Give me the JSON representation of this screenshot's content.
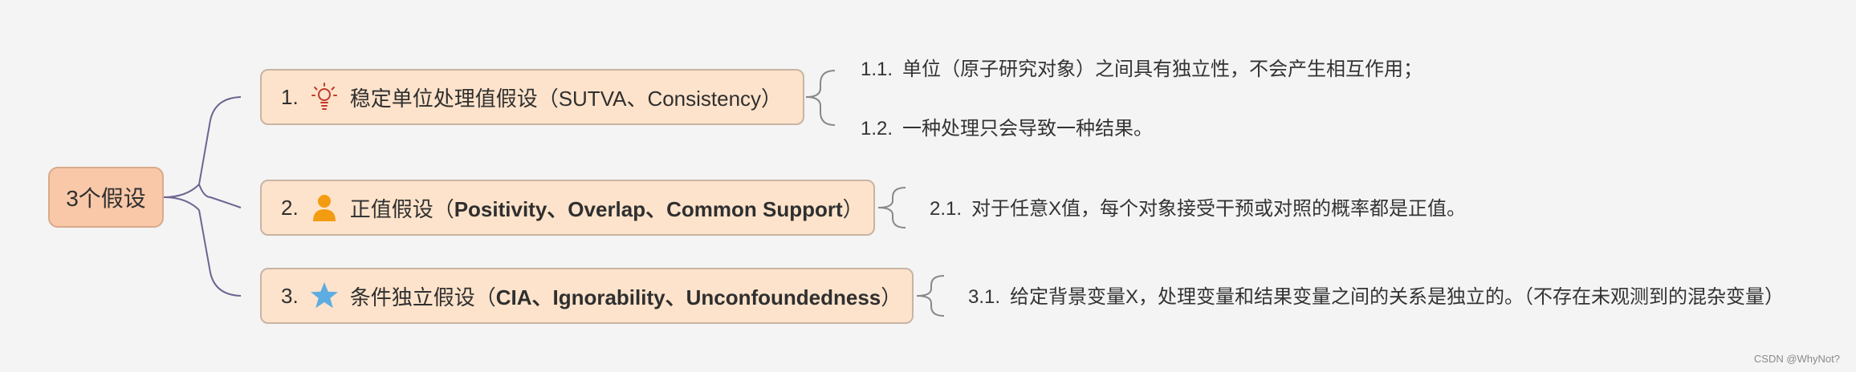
{
  "root": {
    "label": "3个假设"
  },
  "assumptions": [
    {
      "num": "1.",
      "icon": "lightbulb-icon",
      "text": "稳定单位处理值假设（SUTVA、Consistency）",
      "details": [
        {
          "num": "1.1.",
          "text": "单位（原子研究对象）之间具有独立性，不会产生相互作用；"
        },
        {
          "num": "1.2.",
          "text": "一种处理只会导致一种结果。"
        }
      ]
    },
    {
      "num": "2.",
      "icon": "person-icon",
      "prefix": "正值假设（",
      "bold": "Positivity、Overlap、Common Support",
      "suffix": "）",
      "details": [
        {
          "num": "2.1.",
          "text": "对于任意X值，每个对象接受干预或对照的概率都是正值。"
        }
      ]
    },
    {
      "num": "3.",
      "icon": "star-icon",
      "prefix": "条件独立假设（",
      "bold": "CIA、Ignorability、Unconfoundedness",
      "suffix": "）",
      "details": [
        {
          "num": "3.1.",
          "text": "给定背景变量X，处理变量和结果变量之间的关系是独立的。（不存在未观测到的混杂变量）"
        }
      ]
    }
  ],
  "colors": {
    "background": "#f4f4f4",
    "root_fill": "#f8c8a8",
    "node_fill": "#fde3cb",
    "node_border": "#c8b4a2",
    "connector": "#6e6490",
    "leaf_brace": "#888888",
    "lightbulb": "#c0392b",
    "person": "#f39c12",
    "star": "#5dade2"
  },
  "watermark": "CSDN @WhyNot?"
}
